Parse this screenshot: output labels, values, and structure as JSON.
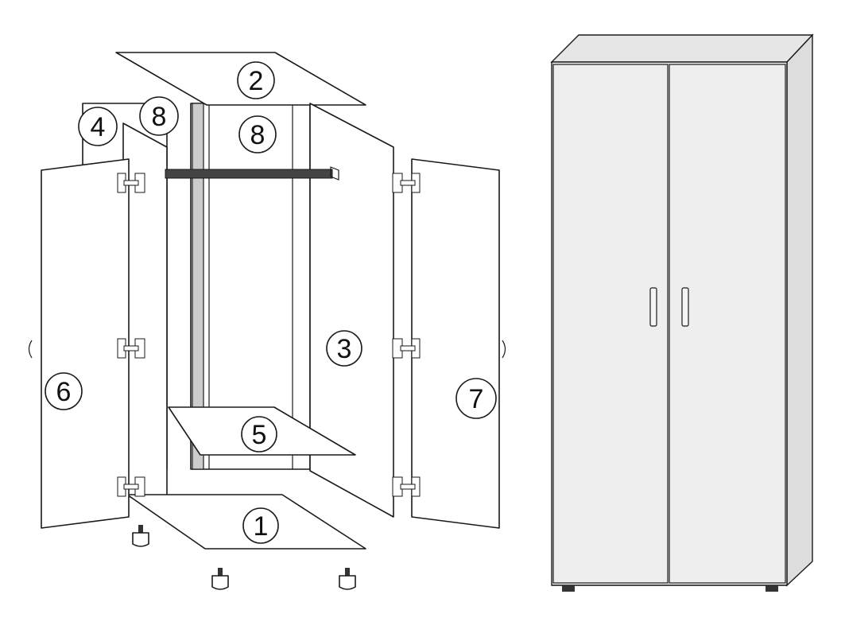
{
  "parts": [
    {
      "id": "bottom-panel",
      "label": "1"
    },
    {
      "id": "top-panel",
      "label": "2"
    },
    {
      "id": "right-side-panel",
      "label": "3"
    },
    {
      "id": "left-side-panel",
      "label": "4"
    },
    {
      "id": "shelf",
      "label": "5"
    },
    {
      "id": "left-door",
      "label": "6"
    },
    {
      "id": "right-door",
      "label": "7"
    },
    {
      "id": "back-panel-left",
      "label": "8"
    },
    {
      "id": "back-panel-right",
      "label": "8"
    }
  ],
  "colors": {
    "outline": "#1a1a1a",
    "panel": "#ffffff",
    "wardrobe_front": "#eeeeee",
    "wardrobe_side": "#dddddd",
    "wardrobe_top": "#e6e6e6",
    "rail": "#444444",
    "back_strip": "#cccccc",
    "feet": "#333333"
  }
}
